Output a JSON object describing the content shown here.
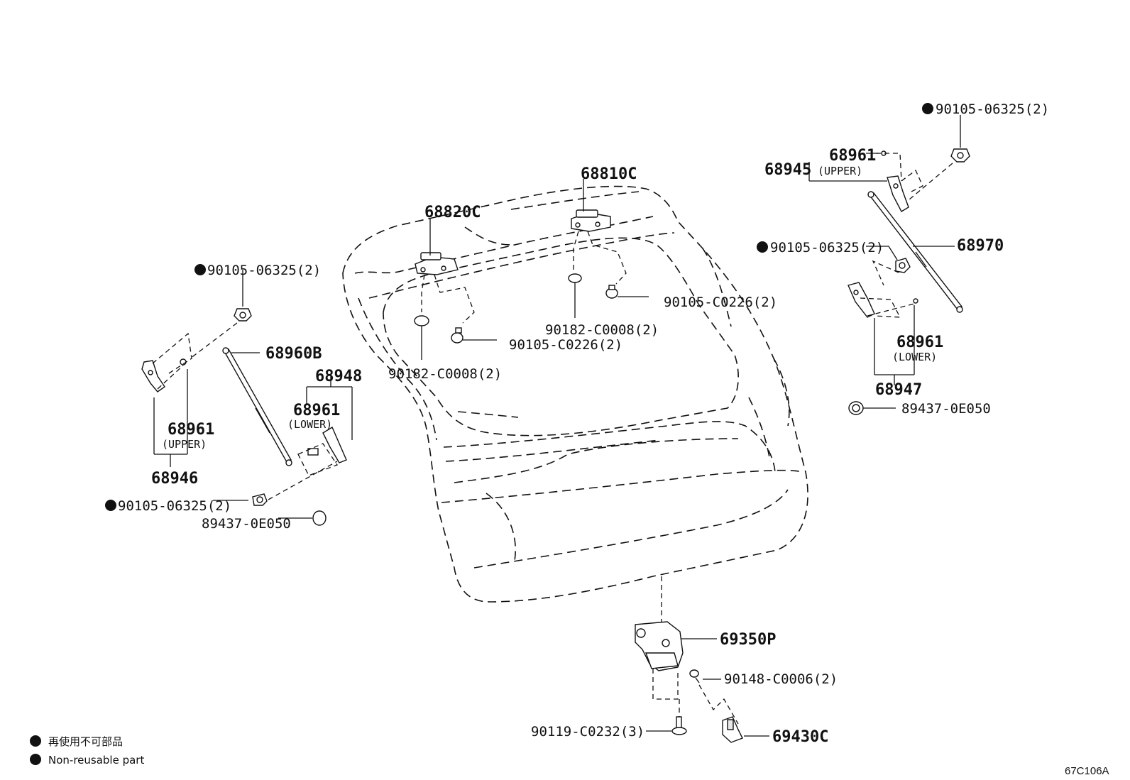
{
  "labels": {
    "p_68810C": "68810C",
    "p_68820C": "68820C",
    "p_90105_06325_tr": "90105-06325(2)",
    "p_68961_upper_r": "68961",
    "upper_r": "(UPPER)",
    "p_68945": "68945",
    "p_68970": "68970",
    "p_90105_06325_mr": "90105-06325(2)",
    "p_68961_lower_r": "68961",
    "lower_r": "(LOWER)",
    "p_68947": "68947",
    "p_89437_r": "89437-0E050",
    "p_90105_06325_l": "90105-06325(2)",
    "p_68960B": "68960B",
    "p_68948": "68948",
    "p_68961_lower_l": "68961",
    "lower_l": "(LOWER)",
    "p_68961_upper_l": "68961",
    "upper_l": "(UPPER)",
    "p_68946": "68946",
    "p_90105_06325_bl": "90105-06325(2)",
    "p_89437_l": "89437-0E050",
    "p_90105_C0226_r": "90105-C0226(2)",
    "p_90182_C0008_r": "90182-C0008(2)",
    "p_90105_C0226_l": "90105-C0226(2)",
    "p_90182_C0008_l": "90182-C0008(2)",
    "p_69350P": "69350P",
    "p_90148_C0006": "90148-C0006(2)",
    "p_90119_C0232": "90119-C0232(3)",
    "p_69430C": "69430C"
  },
  "legend": {
    "jp": "再使用不可部品",
    "en": "Non-reusable part"
  },
  "ref_code": "67C106A"
}
